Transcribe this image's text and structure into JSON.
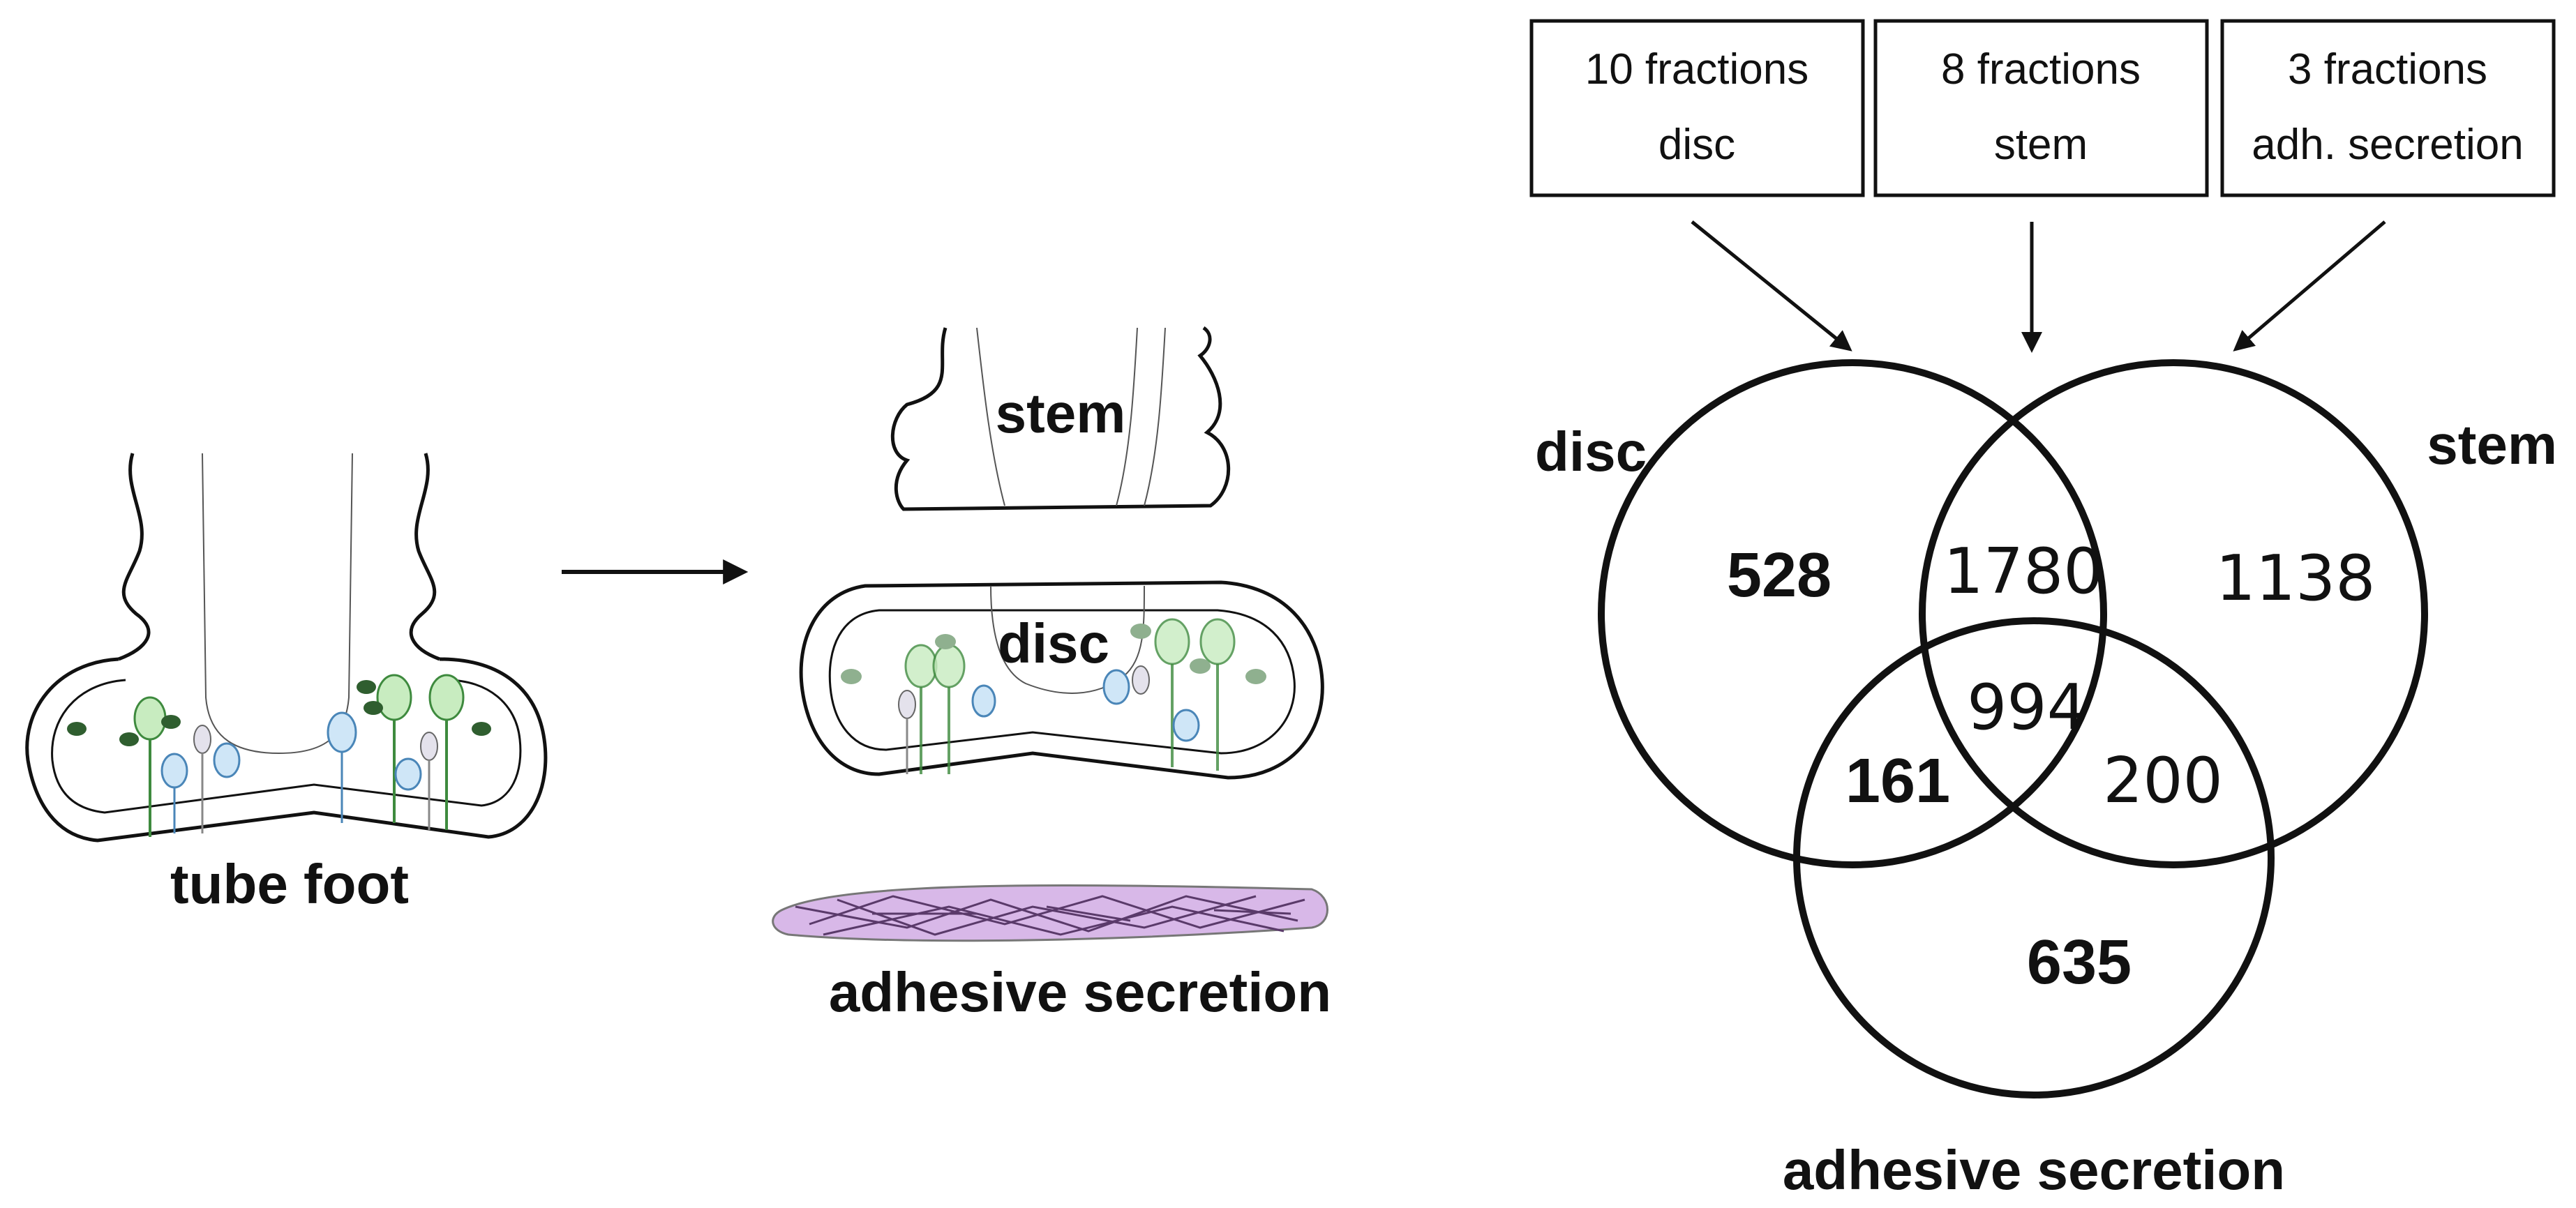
{
  "left_panel": {
    "tube_foot_label": "tube foot",
    "stem_label": "stem",
    "disc_label": "disc",
    "adhesive_label": "adhesive secretion"
  },
  "fraction_boxes": [
    {
      "line1": "10 fractions",
      "line2": "disc"
    },
    {
      "line1": "8 fractions",
      "line2": "stem"
    },
    {
      "line1": "3 fractions",
      "line2": "adh. secretion"
    }
  ],
  "venn": {
    "sets": {
      "disc": "disc",
      "stem": "stem",
      "adhesive": "adhesive secretion"
    },
    "regions": {
      "disc_only": "528",
      "disc_stem": "1780",
      "stem_only": "1138",
      "all_three": "994",
      "disc_adhesive": "161",
      "stem_adhesive": "200",
      "adhesive_only": "635"
    }
  },
  "colors": {
    "outline": "#111111",
    "green_cell": "#c8ecc0",
    "green_cell_dark": "#3e8a3e",
    "blue_cell": "#cfe6f7",
    "blue_cell_dark": "#4a86b8",
    "grey_cell": "#e4e2ec",
    "granule": "#2f5e2f",
    "adhesive_fill": "#d8b8e8",
    "adhesive_fibers": "#5a3a6a"
  }
}
